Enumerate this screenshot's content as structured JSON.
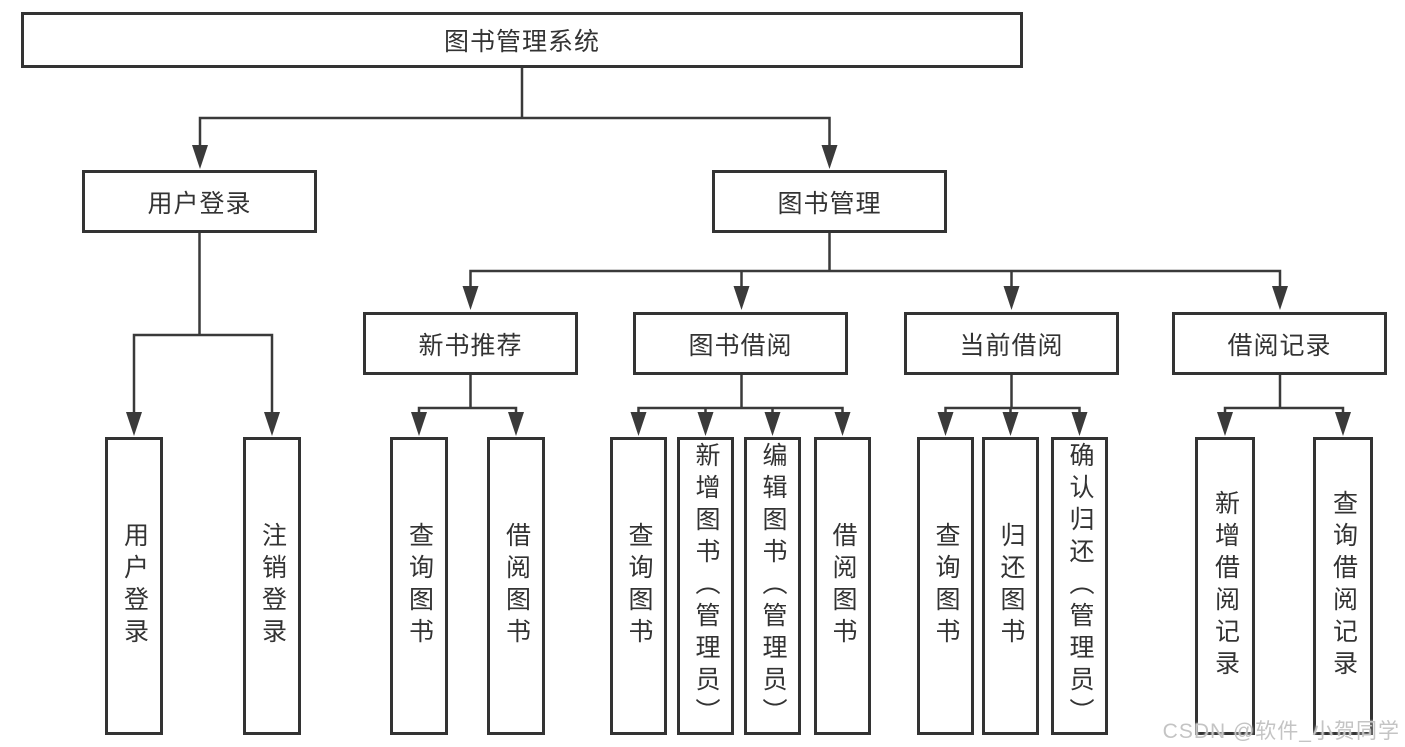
{
  "diagram": {
    "type": "hierarchy-tree",
    "root": "图书管理系统",
    "level2": [
      "用户登录",
      "图书管理"
    ],
    "level3": [
      "新书推荐",
      "图书借阅",
      "当前借阅",
      "借阅记录"
    ],
    "leaves_login": [
      "用户登录",
      "注销登录"
    ],
    "leaves_newbook": [
      "查询图书",
      "借阅图书"
    ],
    "leaves_borrow": [
      "查询图书",
      "新增图书（管理员）",
      "编辑图书（管理员）",
      "借阅图书"
    ],
    "leaves_current": [
      "查询图书",
      "归还图书",
      "确认归还（管理员）"
    ],
    "leaves_records": [
      "新增借阅记录",
      "查询借阅记录"
    ]
  },
  "watermark": "CSDN @软件_小贺同学",
  "colors": {
    "line": "#3a3a3a",
    "border": "#333333",
    "text": "#333333",
    "background": "#ffffff",
    "watermark": "#c4c4c4"
  }
}
